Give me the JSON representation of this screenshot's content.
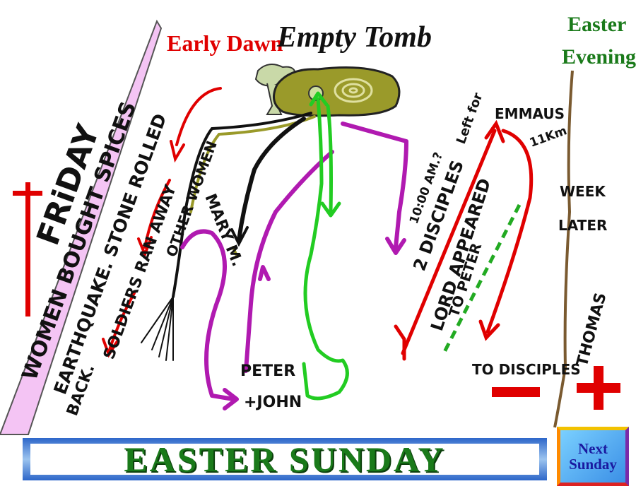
{
  "header": {
    "early_dawn": "Early Dawn",
    "empty_tomb": "Empty Tomb",
    "easter": "Easter",
    "evening": "Evening"
  },
  "left_panel": {
    "friday": "FRiDAY",
    "women_spices": "WOMEN BOUGHT SPICES"
  },
  "labels": {
    "earthquake": "EARTHQUAKE. STONE ROLLED",
    "back": "BACK.",
    "soldiers": "SOLDIERS RAN AWAY",
    "other_women": "OTHER WOMEN",
    "mary": "MARY M.",
    "peter": "PETER",
    "john": "+JOHN",
    "ten_am": "10:00 AM.?",
    "left_for": "Left for",
    "emmaus": "EMMAUS",
    "distance": "11Km",
    "two_disciples": "2 DISCIPLES",
    "lord_appeared": "LORD APPEARED",
    "to_peter": "TO PETER",
    "to_disciples": "TO DISCIPLES",
    "week": "WEEK",
    "later": "LATER",
    "thomas": "THOMAS"
  },
  "footer": {
    "banner": "EASTER SUNDAY",
    "next_sunday": "Next Sunday"
  },
  "colors": {
    "red": "#e00000",
    "green": "#1f8a1f",
    "bright_green": "#22cc22",
    "purple": "#b01ab0",
    "olive": "#8a8c2a",
    "pink": "#f4c4f4",
    "blue": "#2d66c9"
  }
}
